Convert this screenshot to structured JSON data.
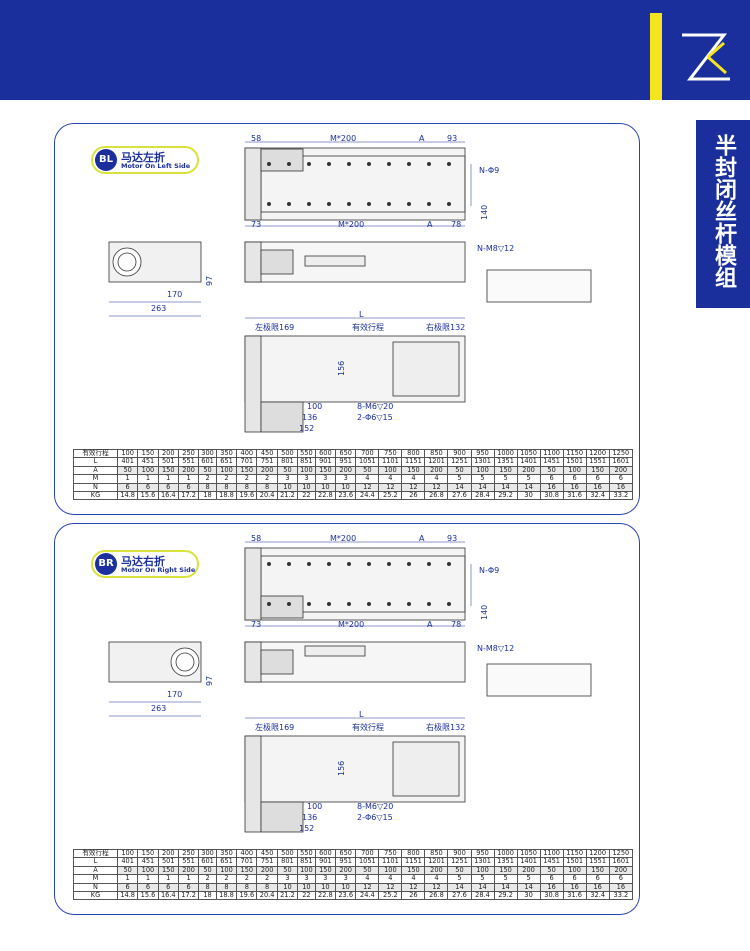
{
  "header": {
    "vertical_title": "半封闭丝杆模组"
  },
  "sections": [
    {
      "code": "BL",
      "title_cn": "马达左折",
      "title_en": "Motor On Left Side",
      "dims": {
        "d58": "58",
        "m200_top": "M*200",
        "a_top": "A",
        "d93": "93",
        "n_phi9": "N-Φ9",
        "d140": "140",
        "n_m8": "N-M8▽12",
        "d73": "73",
        "m200_bot": "M*200",
        "a_bot": "A",
        "d78": "78",
        "d97": "97",
        "d170": "170",
        "d263": "263",
        "l": "L",
        "left_limit": "左极限169",
        "stroke": "有效行程",
        "right_limit": "右极限132",
        "d156": "156",
        "m6": "8-M6▽20",
        "phi6": "2-Φ6▽15",
        "d100": "100",
        "d136": "136",
        "d152": "152"
      }
    },
    {
      "code": "BR",
      "title_cn": "马达右折",
      "title_en": "Motor On Right Side",
      "dims": {
        "d58": "58",
        "m200_top": "M*200",
        "a_top": "A",
        "d93": "93",
        "n_phi9": "N-Φ9",
        "d140": "140",
        "n_m8": "N-M8▽12",
        "d73": "73",
        "m200_bot": "M*200",
        "a_bot": "A",
        "d78": "78",
        "d97": "97",
        "d170": "170",
        "d263": "263",
        "l": "L",
        "left_limit": "左极限169",
        "stroke": "有效行程",
        "right_limit": "右极限132",
        "d156": "156",
        "m6": "8-M6▽20",
        "phi6": "2-Φ6▽15",
        "d100": "100",
        "d136": "136",
        "d152": "152"
      }
    }
  ],
  "table": {
    "rows": [
      {
        "label": "有效行程",
        "values": [
          "100",
          "150",
          "200",
          "250",
          "300",
          "350",
          "400",
          "450",
          "500",
          "550",
          "600",
          "650",
          "700",
          "750",
          "800",
          "850",
          "900",
          "950",
          "1000",
          "1050",
          "1100",
          "1150",
          "1200",
          "1250"
        ]
      },
      {
        "label": "L",
        "values": [
          "401",
          "451",
          "501",
          "551",
          "601",
          "651",
          "701",
          "751",
          "801",
          "851",
          "901",
          "951",
          "1051",
          "1101",
          "1151",
          "1201",
          "1251",
          "1301",
          "1351",
          "1401",
          "1451",
          "1501",
          "1551",
          "1601"
        ]
      },
      {
        "label": "A",
        "values": [
          "50",
          "100",
          "150",
          "200",
          "50",
          "100",
          "150",
          "200",
          "50",
          "100",
          "150",
          "200",
          "50",
          "100",
          "150",
          "200",
          "50",
          "100",
          "150",
          "200",
          "50",
          "100",
          "150",
          "200"
        ]
      },
      {
        "label": "M",
        "values": [
          "1",
          "1",
          "1",
          "1",
          "2",
          "2",
          "2",
          "2",
          "3",
          "3",
          "3",
          "3",
          "4",
          "4",
          "4",
          "4",
          "5",
          "5",
          "5",
          "5",
          "6",
          "6",
          "6",
          "6"
        ]
      },
      {
        "label": "N",
        "values": [
          "6",
          "6",
          "6",
          "6",
          "8",
          "8",
          "8",
          "8",
          "10",
          "10",
          "10",
          "10",
          "12",
          "12",
          "12",
          "12",
          "14",
          "14",
          "14",
          "14",
          "16",
          "16",
          "16",
          "16"
        ]
      },
      {
        "label": "KG",
        "values": [
          "14.8",
          "15.6",
          "16.4",
          "17.2",
          "18",
          "18.8",
          "19.6",
          "20.4",
          "21.2",
          "22",
          "22.8",
          "23.6",
          "24.4",
          "25.2",
          "26",
          "26.8",
          "27.6",
          "28.4",
          "29.2",
          "30",
          "30.8",
          "31.6",
          "32.4",
          "33.2"
        ]
      }
    ]
  },
  "colors": {
    "brand_blue": "#1a2f9c",
    "accent_yellow": "#f5e51e",
    "dim_blue": "#1a2f9c"
  }
}
